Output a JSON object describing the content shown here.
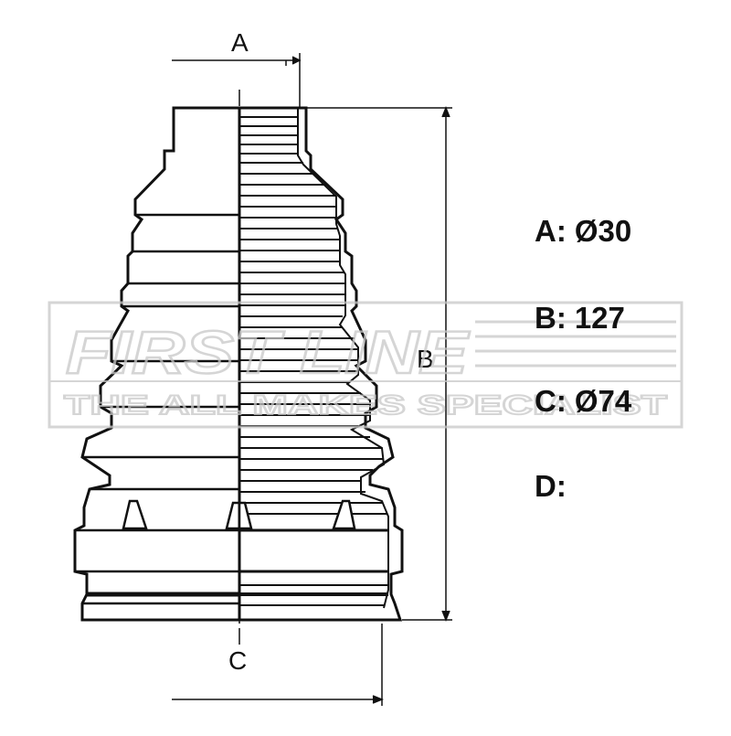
{
  "dimension_labels": {
    "a": "A",
    "b": "B",
    "c": "C"
  },
  "specs": [
    {
      "label": "A:",
      "value": "Ø30"
    },
    {
      "label": "B:",
      "value": "127"
    },
    {
      "label": "C:",
      "value": "Ø74"
    },
    {
      "label": "D:",
      "value": ""
    }
  ],
  "watermark": {
    "brand": "FIRST LINE",
    "tagline": "THE ALL MAKES SPECIALIST"
  },
  "colors": {
    "line": "#111111",
    "watermark": "#c8c8c8",
    "background": "#ffffff"
  }
}
